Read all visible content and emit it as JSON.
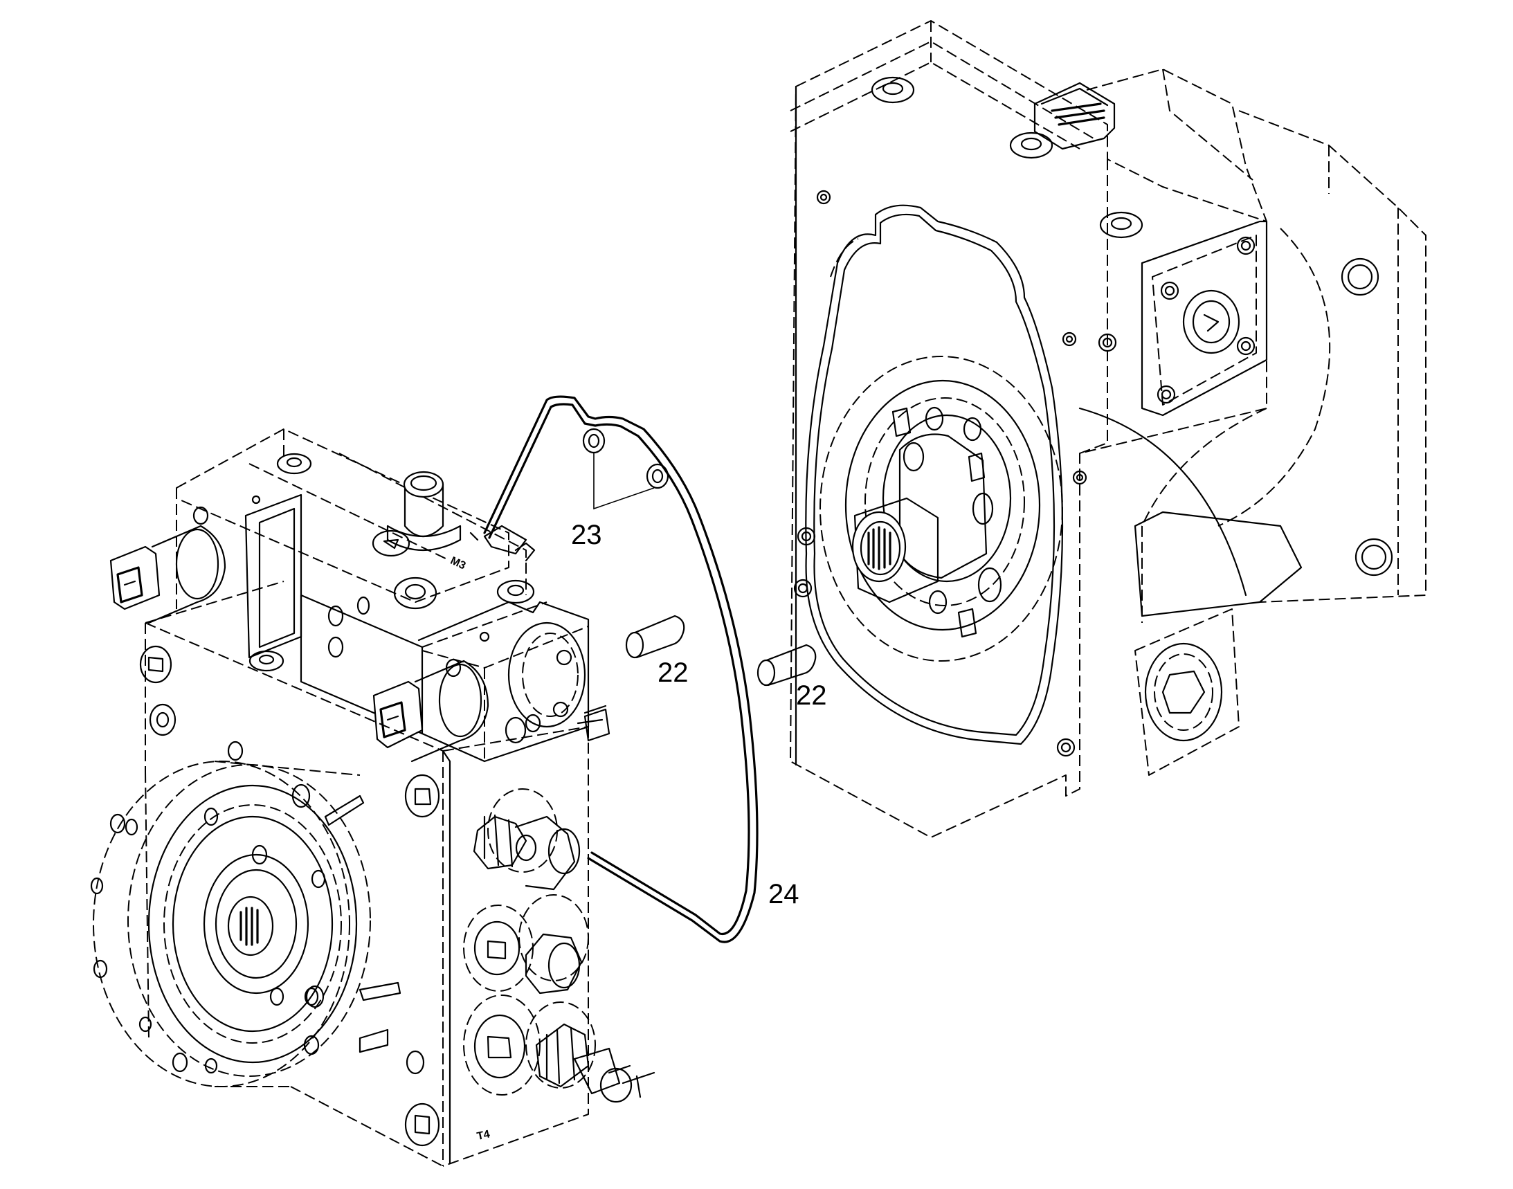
{
  "callouts": {
    "dowel_pin_left": "22",
    "dowel_pin_right": "22",
    "o_rings": "23",
    "gasket": "24"
  },
  "port_stamps": {
    "m3": "M3",
    "t4": "T4"
  }
}
